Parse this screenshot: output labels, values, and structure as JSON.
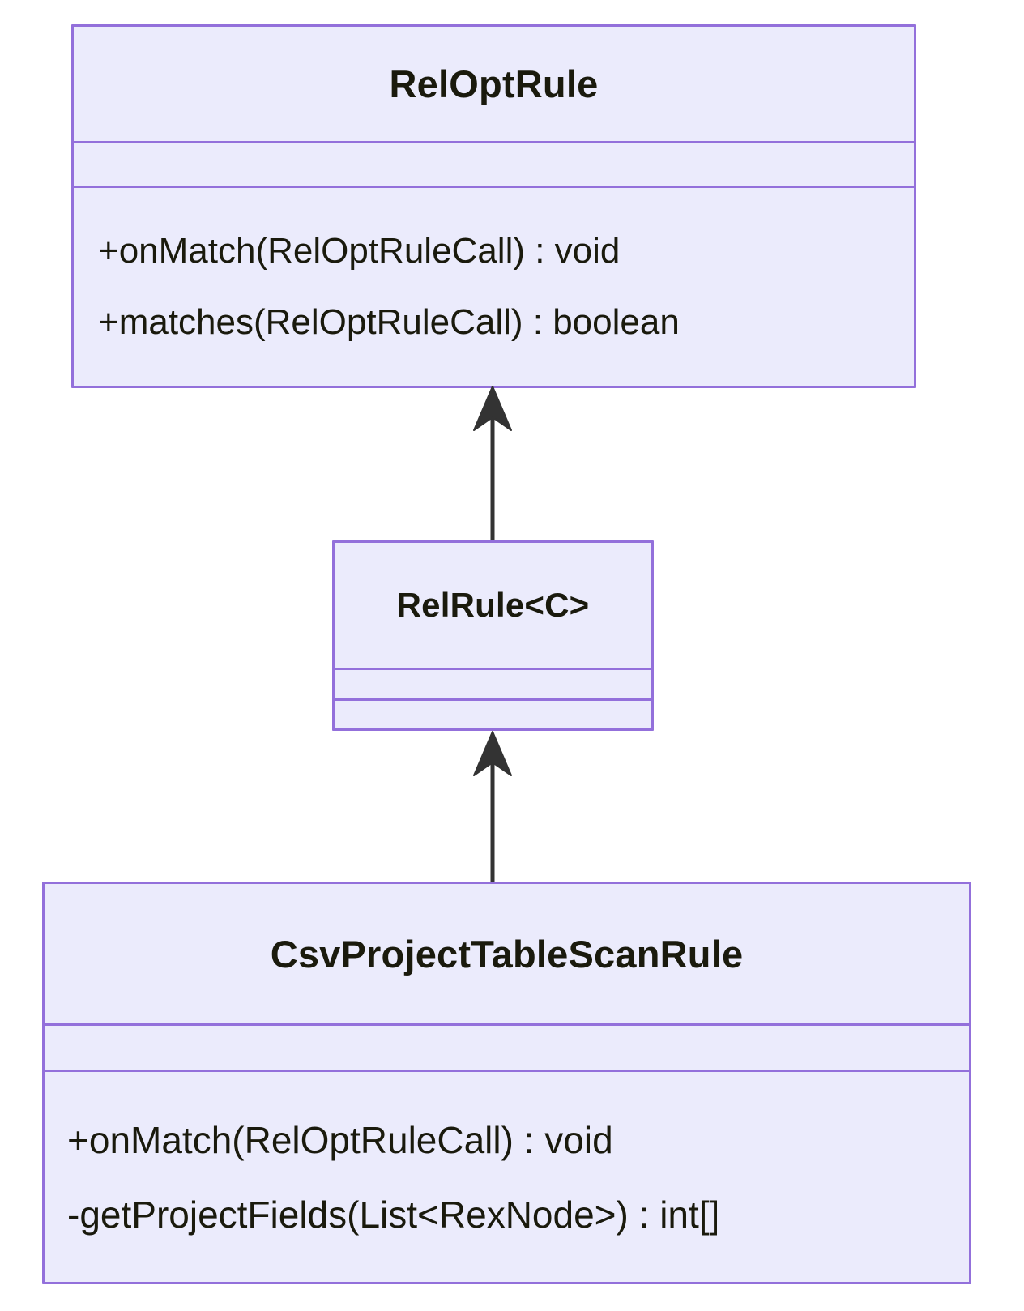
{
  "diagram": {
    "kind": "uml-class-diagram",
    "background_color": "#ffffff",
    "box_fill_color": "#ebebfc",
    "box_border_color": "#9370db",
    "text_color": "#1a1a0d",
    "arrow_color": "#333333",
    "classes": [
      {
        "id": "reloptrule",
        "name": "RelOptRule",
        "attributes": [],
        "methods": [
          "+onMatch(RelOptRuleCall) : void",
          "+matches(RelOptRuleCall) : boolean"
        ]
      },
      {
        "id": "relrule",
        "name": "RelRule<C>",
        "attributes": [],
        "methods": []
      },
      {
        "id": "csvprojecttablescanrule",
        "name": "CsvProjectTableScanRule",
        "attributes": [],
        "methods": [
          "+onMatch(RelOptRuleCall) : void",
          "-getProjectFields(List<RexNode>) : int[]"
        ]
      }
    ],
    "relationships": [
      {
        "id": "relrule-to-reloptrule",
        "type": "inheritance",
        "from": "RelRule<C>",
        "to": "RelOptRule",
        "marker": "solid-arrowhead-icon"
      },
      {
        "id": "csv-to-relrule",
        "type": "inheritance",
        "from": "CsvProjectTableScanRule",
        "to": "RelRule<C>",
        "marker": "solid-arrowhead-icon"
      }
    ]
  }
}
